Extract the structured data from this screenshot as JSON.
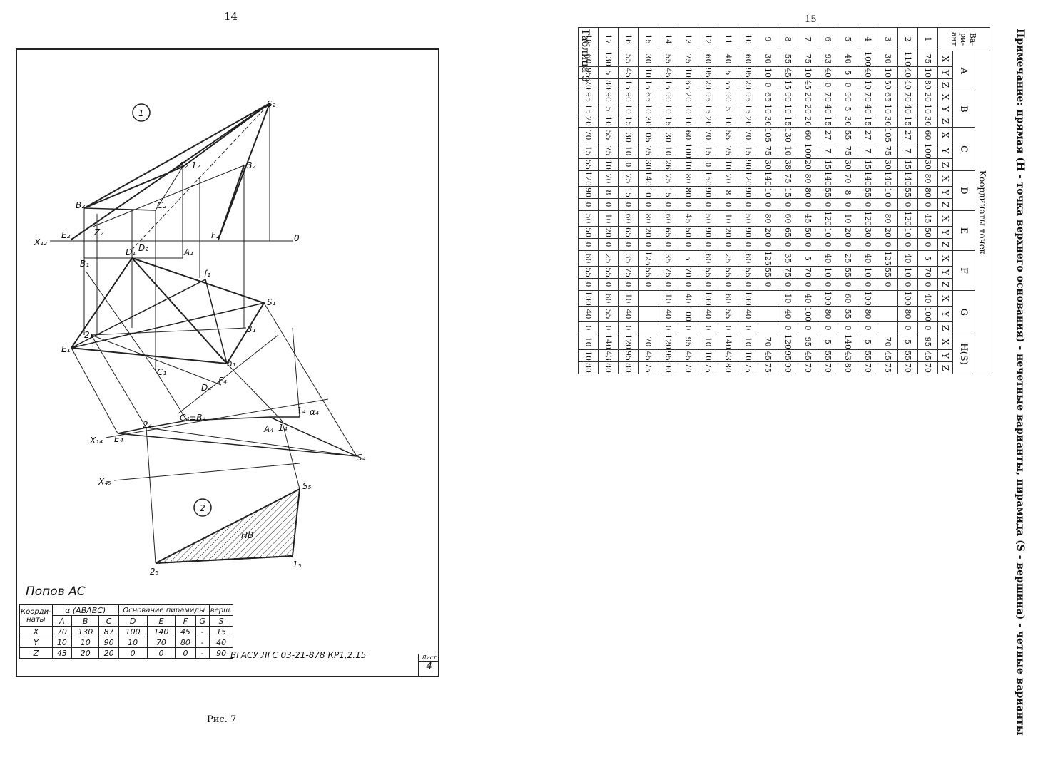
{
  "left_page": {
    "page_number": "14",
    "circle_labels": [
      "1",
      "2"
    ],
    "point_labels": {
      "S2": "S₂",
      "A2": "A₂",
      "l2": "1₂",
      "p32": "3₂",
      "B2": "B₂",
      "C2": "C₂",
      "E2": "E₂",
      "Z2": "Z₂",
      "F2": "F₂",
      "D1": "D₁",
      "D2": "D₂",
      "A1": "A₁",
      "B1": "B₁",
      "f1": "f₁",
      "S1": "S₁",
      "p21": "2₁",
      "E1": "E₁",
      "p31": "3₁",
      "h1": "h₁",
      "C1": "C₁",
      "F4": "F₄",
      "D4": "D₄",
      "CB4": "C₄≡B₄",
      "p24": "2₄",
      "E4": "E₄",
      "A4": "A₄",
      "p14": "1₄",
      "l4": "1₄",
      "alpha4": "α₄",
      "S4": "S₄",
      "S5": "S₅",
      "p25": "2₅",
      "p15": "1₅",
      "HB": "НВ",
      "X12": "X₁₂",
      "X14": "X₁₄",
      "X45": "X₄₅",
      "O": "0"
    },
    "author": "Попов АС",
    "stamp": {
      "coord_label": "Коорди- наты",
      "alpha_label": "α (ABΛBC)",
      "base_label": "Основание пирамиды",
      "vertex_label": "верш.",
      "cols": [
        "A",
        "B",
        "C",
        "D",
        "E",
        "F",
        "G",
        "S"
      ],
      "rows": [
        {
          "axis": "X",
          "values": [
            "70",
            "130",
            "87",
            "100",
            "140",
            "45",
            "-",
            "15"
          ]
        },
        {
          "axis": "Y",
          "values": [
            "10",
            "10",
            "90",
            "10",
            "70",
            "80",
            "-",
            "40"
          ]
        },
        {
          "axis": "Z",
          "values": [
            "43",
            "20",
            "20",
            "0",
            "0",
            "0",
            "-",
            "90"
          ]
        }
      ]
    },
    "title_block": "ВГАСУ ЛГС 03-21-878 КР1,2.15",
    "sheet_label": "Лист",
    "sheet_number": "4",
    "caption": "Рис. 7"
  },
  "right_page": {
    "page_number": "15",
    "table_title": "Таблица 3",
    "header_group": "Координаты точек",
    "variant_label": "Ва- ри- ант",
    "points": [
      "A",
      "B",
      "C",
      "D",
      "E",
      "F",
      "G",
      "H(S)"
    ],
    "axes": [
      "X",
      "Y",
      "Z"
    ],
    "rows": [
      [
        "1",
        "75",
        "10",
        "80",
        "20",
        "10",
        "30",
        "60",
        "100",
        "30",
        "80",
        "80",
        "0",
        "45",
        "50",
        "0",
        "5",
        "70",
        "0",
        "40",
        "100",
        "0",
        "95",
        "45",
        "70"
      ],
      [
        "2",
        "110",
        "40",
        "40",
        "70",
        "40",
        "15",
        "27",
        "7",
        "15",
        "140",
        "55",
        "0",
        "120",
        "10",
        "0",
        "40",
        "10",
        "0",
        "100",
        "80",
        "0",
        "5",
        "55",
        "70"
      ],
      [
        "3",
        "30",
        "10",
        "50",
        "65",
        "10",
        "30",
        "105",
        "75",
        "30",
        "140",
        "10",
        "0",
        "80",
        "20",
        "0",
        "125",
        "55",
        "0",
        "",
        "",
        "",
        "70",
        "45",
        "75"
      ],
      [
        "4",
        "100",
        "40",
        "10",
        "70",
        "40",
        "15",
        "27",
        "7",
        "15",
        "140",
        "55",
        "0",
        "120",
        "30",
        "0",
        "40",
        "10",
        "0",
        "100",
        "80",
        "0",
        "5",
        "55",
        "70"
      ],
      [
        "5",
        "40",
        "5",
        "0",
        "90",
        "5",
        "30",
        "55",
        "75",
        "30",
        "70",
        "8",
        "0",
        "10",
        "20",
        "0",
        "25",
        "55",
        "0",
        "60",
        "55",
        "0",
        "140",
        "43",
        "80"
      ],
      [
        "6",
        "93",
        "40",
        "0",
        "70",
        "40",
        "15",
        "27",
        "7",
        "15",
        "140",
        "55",
        "0",
        "120",
        "10",
        "0",
        "40",
        "10",
        "0",
        "100",
        "80",
        "0",
        "5",
        "55",
        "70"
      ],
      [
        "7",
        "75",
        "10",
        "45",
        "20",
        "20",
        "20",
        "60",
        "100",
        "20",
        "80",
        "80",
        "0",
        "45",
        "50",
        "0",
        "5",
        "70",
        "0",
        "40",
        "100",
        "0",
        "95",
        "45",
        "70"
      ],
      [
        "8",
        "55",
        "45",
        "15",
        "90",
        "10",
        "15",
        "130",
        "10",
        "38",
        "75",
        "15",
        "0",
        "60",
        "65",
        "0",
        "35",
        "75",
        "0",
        "10",
        "40",
        "0",
        "120",
        "95",
        "90"
      ],
      [
        "9",
        "30",
        "10",
        "0",
        "65",
        "10",
        "30",
        "105",
        "75",
        "30",
        "140",
        "10",
        "0",
        "80",
        "20",
        "0",
        "125",
        "55",
        "0",
        "",
        "",
        "",
        "70",
        "45",
        "75"
      ],
      [
        "10",
        "60",
        "95",
        "20",
        "95",
        "15",
        "20",
        "70",
        "15",
        "90",
        "120",
        "90",
        "0",
        "50",
        "90",
        "0",
        "60",
        "55",
        "0",
        "100",
        "40",
        "0",
        "10",
        "10",
        "75"
      ],
      [
        "11",
        "40",
        "5",
        "55",
        "90",
        "5",
        "10",
        "55",
        "75",
        "10",
        "70",
        "8",
        "0",
        "10",
        "20",
        "0",
        "25",
        "55",
        "0",
        "60",
        "55",
        "0",
        "140",
        "43",
        "80"
      ],
      [
        "12",
        "60",
        "95",
        "20",
        "95",
        "15",
        "20",
        "70",
        "15",
        "0",
        "150",
        "90",
        "0",
        "50",
        "90",
        "0",
        "60",
        "55",
        "0",
        "100",
        "40",
        "0",
        "10",
        "10",
        "75"
      ],
      [
        "13",
        "75",
        "10",
        "65",
        "20",
        "10",
        "10",
        "60",
        "100",
        "10",
        "80",
        "80",
        "0",
        "45",
        "50",
        "0",
        "5",
        "70",
        "0",
        "40",
        "100",
        "0",
        "95",
        "45",
        "70"
      ],
      [
        "14",
        "55",
        "45",
        "15",
        "90",
        "10",
        "15",
        "130",
        "10",
        "26",
        "75",
        "15",
        "0",
        "60",
        "65",
        "0",
        "35",
        "75",
        "0",
        "10",
        "40",
        "0",
        "120",
        "95",
        "90"
      ],
      [
        "15",
        "30",
        "10",
        "15",
        "65",
        "10",
        "30",
        "105",
        "75",
        "30",
        "140",
        "10",
        "0",
        "80",
        "20",
        "0",
        "125",
        "55",
        "0",
        "",
        "",
        "",
        "70",
        "45",
        "75"
      ],
      [
        "16",
        "55",
        "45",
        "15",
        "90",
        "10",
        "15",
        "130",
        "10",
        "0",
        "75",
        "15",
        "0",
        "60",
        "65",
        "0",
        "35",
        "75",
        "0",
        "10",
        "40",
        "0",
        "120",
        "95",
        "80"
      ],
      [
        "17",
        "130",
        "5",
        "80",
        "90",
        "5",
        "10",
        "55",
        "75",
        "10",
        "70",
        "8",
        "0",
        "10",
        "20",
        "0",
        "25",
        "55",
        "0",
        "60",
        "55",
        "0",
        "140",
        "43",
        "80"
      ],
      [
        "18",
        "60",
        "95",
        "20",
        "95",
        "15",
        "20",
        "70",
        "15",
        "55",
        "120",
        "90",
        "0",
        "50",
        "50",
        "0",
        "60",
        "55",
        "0",
        "100",
        "40",
        "0",
        "10",
        "10",
        "80"
      ]
    ],
    "note": "Примечание: прямая (Н - точка верхнего основания) - нечетные варианты, пирамида (S - вершина) - четные варианты"
  }
}
